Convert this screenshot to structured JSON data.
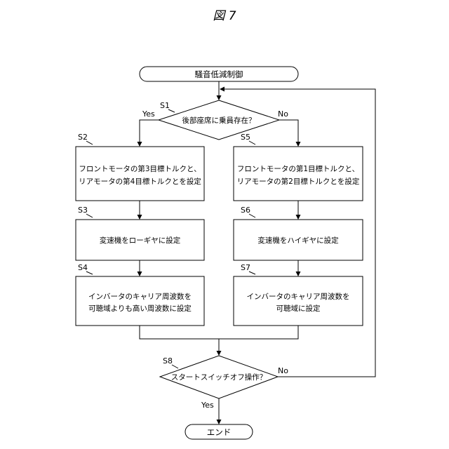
{
  "figure": {
    "title": "図 7"
  },
  "flowchart": {
    "start": "騒音低減制御",
    "end": "エンド",
    "decisions": {
      "s1": {
        "id": "S1",
        "text": "後部座席に乗員存在？",
        "yes": "Yes",
        "no": "No"
      },
      "s8": {
        "id": "S8",
        "text": "スタートスイッチオフ操作？",
        "yes": "Yes",
        "no": "No"
      }
    },
    "steps": {
      "s2": {
        "id": "S2",
        "lines": [
          "フロントモータの第3目標トルクと、",
          "リアモータの第4目標トルクとを設定"
        ]
      },
      "s3": {
        "id": "S3",
        "lines": [
          "変速機をローギヤに設定"
        ]
      },
      "s4": {
        "id": "S4",
        "lines": [
          "インバータのキャリア周波数を",
          "可聴域よりも高い周波数に設定"
        ]
      },
      "s5": {
        "id": "S5",
        "lines": [
          "フロントモータの第1目標トルクと、",
          "リアモータの第2目標トルクとを設定"
        ]
      },
      "s6": {
        "id": "S6",
        "lines": [
          "変速機をハイギヤに設定"
        ]
      },
      "s7": {
        "id": "S7",
        "lines": [
          "インバータのキャリア周波数を",
          "可聴域に設定"
        ]
      }
    }
  }
}
